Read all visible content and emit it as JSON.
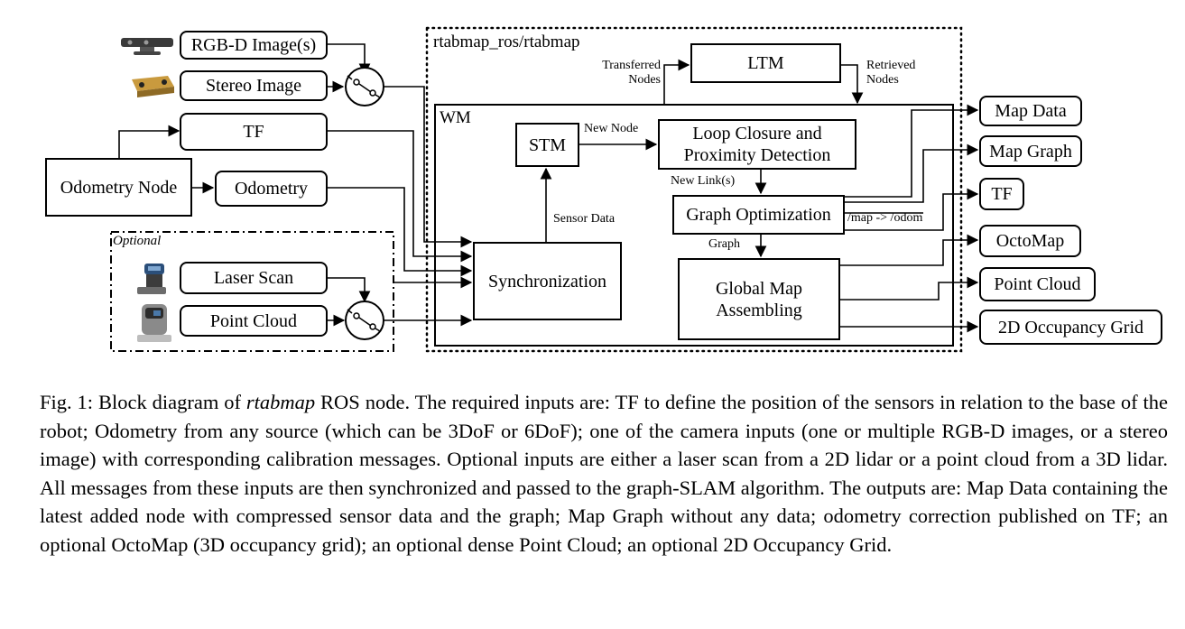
{
  "diagram": {
    "container_label": "rtabmap_ros/rtabmap",
    "wm_label": "WM",
    "optional_label": "Optional",
    "inputs": {
      "rgbd": "RGB-D Image(s)",
      "stereo": "Stereo Image",
      "tf": "TF",
      "odometry_node": "Odometry Node",
      "odometry": "Odometry",
      "laser_scan": "Laser Scan",
      "point_cloud": "Point Cloud"
    },
    "blocks": {
      "ltm": "LTM",
      "stm": "STM",
      "loop_closure_1": "Loop Closure and",
      "loop_closure_2": "Proximity Detection",
      "graph_optimization": "Graph Optimization",
      "synchronization": "Synchronization",
      "global_map_1": "Global Map",
      "global_map_2": "Assembling"
    },
    "edge_labels": {
      "transferred_1": "Transferred",
      "transferred_2": "Nodes",
      "retrieved_1": "Retrieved",
      "retrieved_2": "Nodes",
      "new_node": "New Node",
      "new_links": "New Link(s)",
      "sensor_data": "Sensor Data",
      "graph": "Graph",
      "map_odom": "/map -> /odom"
    },
    "outputs": {
      "map_data": "Map Data",
      "map_graph": "Map Graph",
      "tf": "TF",
      "octomap": "OctoMap",
      "point_cloud": "Point Cloud",
      "occupancy_grid": "2D Occupancy Grid"
    }
  },
  "caption": {
    "prefix": "Fig.  1: Block diagram of ",
    "emph": "rtabmap",
    "body": " ROS node. The required inputs are: TF to define the position of the sensors in relation to the base of the robot; Odometry from any source (which can be 3DoF or 6DoF); one of the camera inputs (one or multiple RGB-D images, or a stereo image) with corresponding calibration messages. Optional inputs are either a laser scan from a 2D lidar or a point cloud from a 3D lidar. All messages from these inputs are then synchronized and passed to the graph-SLAM algorithm. The outputs are: Map Data containing the latest added node with compressed sensor data and the graph; Map Graph without any data; odometry correction published on TF; an optional OctoMap (3D occupancy grid); an optional dense Point Cloud; an optional 2D Occupancy Grid."
  }
}
